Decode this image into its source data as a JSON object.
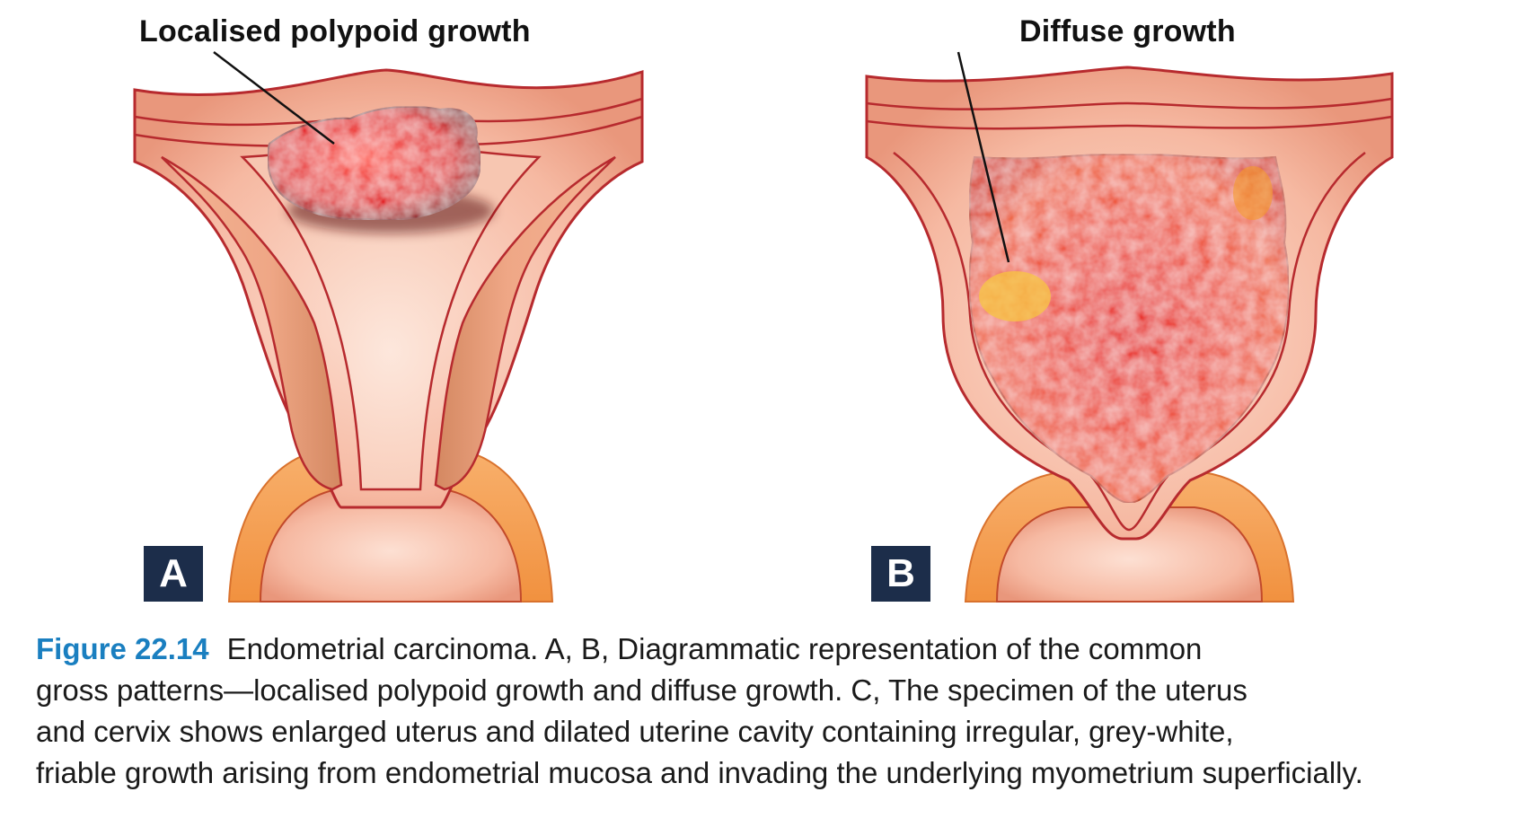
{
  "panels": [
    {
      "letter": "A",
      "label": "Localised polypoid growth"
    },
    {
      "letter": "B",
      "label": "Diffuse growth"
    }
  ],
  "caption": {
    "figure_label": "Figure 22.14",
    "lines": [
      "Endometrial carcinoma. A, B, Diagrammatic representation of the common",
      "gross patterns—localised polypoid growth and diffuse growth. C, The specimen of the uterus",
      "and cervix shows enlarged uterus and dilated uterine cavity containing irregular, grey-white,",
      "friable growth arising from endometrial mucosa and invading the underlying myometrium superficially."
    ]
  },
  "colors": {
    "tissue": "#f7c2ad",
    "tissue_outline": "#b72a2e",
    "tumor": "#e3272b",
    "cervix_orange": "#f4a15b",
    "label_box": "#1c2d4a",
    "figure_label": "#1a7fc0"
  }
}
